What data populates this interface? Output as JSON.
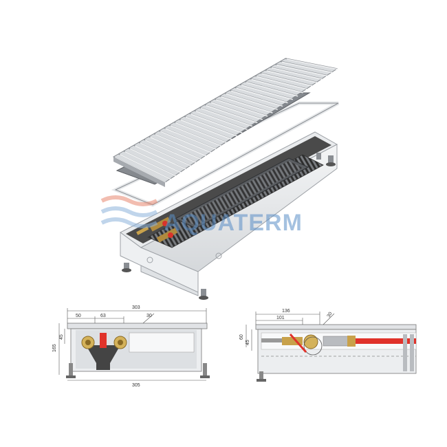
{
  "watermark": {
    "text": "AQUATERM",
    "color": "#5b8fc7",
    "accent": "#e03a2e"
  },
  "colors": {
    "metal": "#c9ccd0",
    "metal_dark": "#8a8e93",
    "grille_dark": "#3a3a3a",
    "pipe_red": "#e0322a",
    "valve_gold": "#c8a14a",
    "deflector": "#3b3b3b"
  },
  "front_view": {
    "dims": {
      "total": "303",
      "left": "50",
      "mid": "63",
      "angle": "30",
      "bottom": "305",
      "height": "165",
      "top": "45"
    }
  },
  "side_view": {
    "dims": {
      "total": "136",
      "inner": "101",
      "angle": "30",
      "height": "60",
      "top": "45"
    }
  }
}
